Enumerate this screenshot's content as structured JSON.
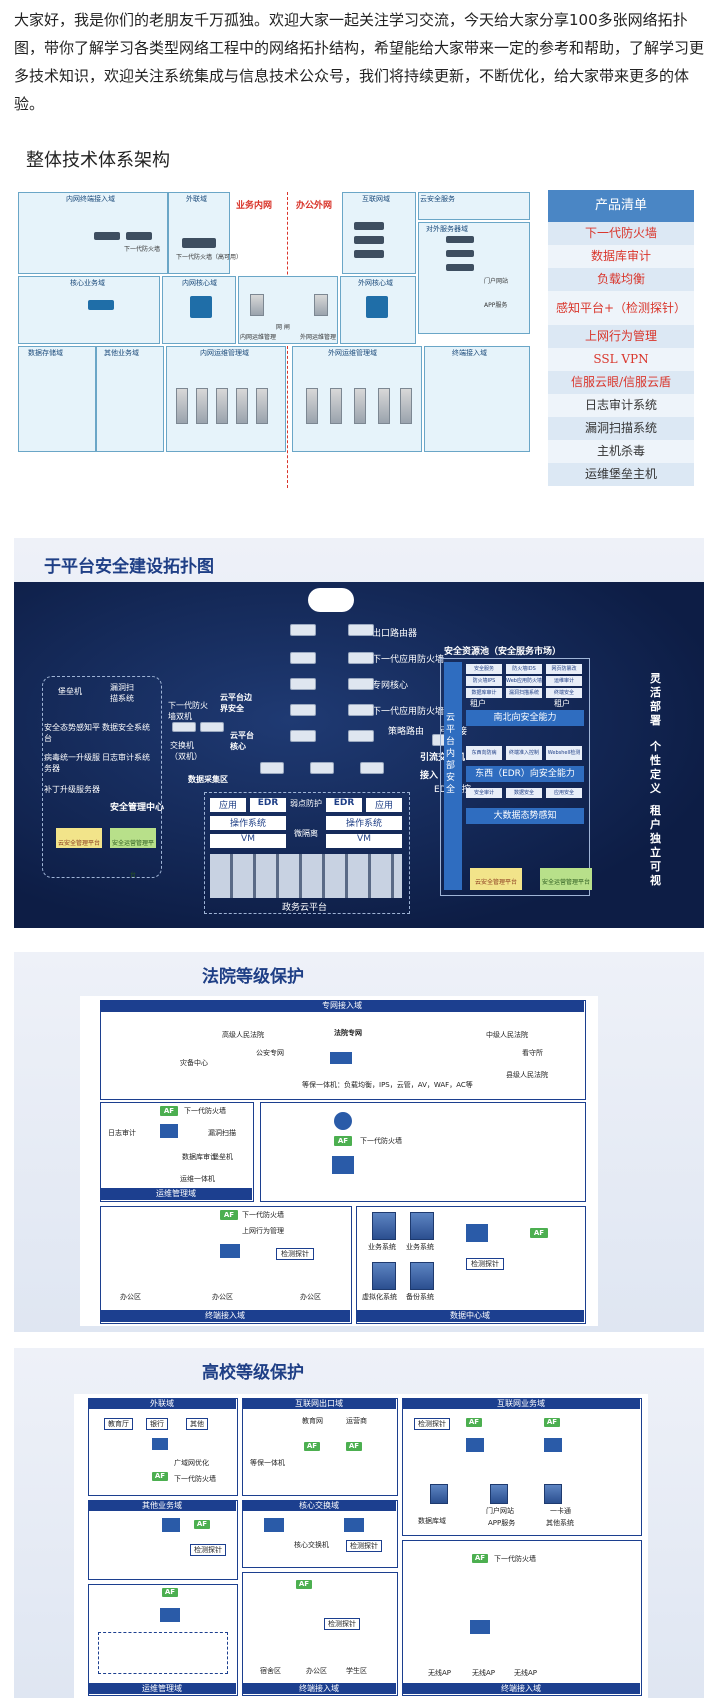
{
  "intro": "大家好，我是你们的老朋友千万孤独。欢迎大家一起关注学习交流，今天给大家分享100多张网络拓扑图，带你了解学习各类型网络工程中的网络拓扑结构，希望能给大家带来一定的参考和帮助，了解学习更多技术知识，欢迎关注系统集成与信息技术公众号，我们将持续更新，不断优化，给大家带来更多的体验。",
  "d1": {
    "title": "整体技术体系架构",
    "center": {
      "left": "业务内网",
      "right": "办公外网"
    },
    "zones": {
      "inner_access": "内网终端接入域",
      "outer": "外联域",
      "internet": "互联网域",
      "sec_service": "云安全服务",
      "ext_service": "对外服务器域",
      "core": "核心业务域",
      "inner_core": "内网核心域",
      "outer_core": "外网核心域",
      "storage": "数据存储域",
      "other_biz": "其他业务域",
      "inner_ops": "内网运维管理域",
      "outer_ops": "外网运维管理域",
      "terminal": "终端接入域"
    },
    "labels": {
      "ngfw": "下一代防火墙",
      "ngfw_ha": "下一代防火墙（高可用）",
      "inner_mgmt": "内网运维管理",
      "outer_mgmt": "外网运维管理",
      "gap": "网 闸",
      "app_server": "APP服务",
      "gateway": "门户网站"
    },
    "product_list": {
      "title": "产品清单",
      "items": [
        {
          "text": "下一代防火墙",
          "color": "#d9352b"
        },
        {
          "text": "数据库审计",
          "color": "#d9352b"
        },
        {
          "text": "负载均衡",
          "color": "#d9352b"
        },
        {
          "text": "感知平台+（检测探针）",
          "color": "#d9352b"
        },
        {
          "text": "上网行为管理",
          "color": "#d9352b"
        },
        {
          "text": "SSL VPN",
          "color": "#d9352b"
        },
        {
          "text": "信服云眼/信服云盾",
          "color": "#d9352b"
        },
        {
          "text": "日志审计系统",
          "color": "#333333"
        },
        {
          "text": "漏洞扫描系统",
          "color": "#333333"
        },
        {
          "text": "主机杀毒",
          "color": "#333333"
        },
        {
          "text": "运维堡垒主机",
          "color": "#333333"
        }
      ]
    }
  },
  "d2": {
    "title": "于平台安全建设拓扑图",
    "labels": {
      "exit_router": "出口路由器",
      "ngfw": "下一代应用防火墙",
      "private_core": "专网核心",
      "ngfw2": "下一代应用防火墙",
      "policy": "策略路由",
      "diversion": "引流接",
      "diversion_sw": "引流交换机",
      "access": "接入",
      "edr_probe": "EDR受控",
      "ngfw_dual": "下一代防火墙双机",
      "cloud_edge": "云平台边界安全",
      "switch_dual": "交换机（双机）",
      "cloud_core": "云平台核心",
      "collect": "数据采集区",
      "app": "应用",
      "edr": "EDR",
      "os": "操作系统",
      "vm": "VM",
      "weak": "弱点防护",
      "micro": "微隔离",
      "gov_cloud": "政务云平台",
      "bastion": "堡垒机",
      "scan": "漏洞扫描系统",
      "sec_awareness": "安全态势感知平台",
      "db_audit": "数据安全系统",
      "virus": "病毒统一升级服务器",
      "log_audit": "日志审计系统",
      "patch": "补丁升级服务器",
      "mgmt_center": "安全管理中心",
      "pool_title": "安全资源池（安全服务市场）",
      "cloud_internal": "云平台内部安全",
      "tenant1": "租户",
      "tenant2": "租户",
      "ns_label": "南北向安全能力",
      "ew_label": "东西（EDR）向安全能力",
      "bigdata": "大数据态势感知",
      "right_1": "灵活部署",
      "right_2": "个性定义",
      "right_3": "租户独立可视",
      "brand1": "云安全管理平台",
      "brand2": "安全运营管理平台"
    },
    "pool_cells": [
      "安全服务",
      "防火墙IDS",
      "网页防篡改",
      "防火墙IPS",
      "Web应用防火墙",
      "运维审计",
      "数据库审计",
      "漏洞扫描系统",
      "终端安全",
      "东西向防病",
      "终端准入控制",
      "Webshell检测",
      "安全审计",
      "数据安全",
      "应用安全"
    ]
  },
  "d3": {
    "title": "法院等级保护",
    "labels": {
      "top_zone": "专网接入域",
      "high_court": "高级人民法院",
      "court_net": "法院专网",
      "city_court": "中级人民法院",
      "data_center": "灾备中心",
      "police": "公安专网",
      "prison": "看守所",
      "county_court": "县级人民法院",
      "fw_suite": "等保一体机：负载均衡，IPS，云管，AV，WAF，AC等",
      "ngfw": "下一代防火墙",
      "ops_zone": "运维管理域",
      "audit": "日志审计",
      "db": "数据库审计",
      "scanner": "漏洞扫描",
      "bastion": "堡垒机",
      "all_in_one": "运维一体机",
      "behavior": "上网行为管理",
      "probe": "检测探针",
      "office1": "办公区",
      "office2": "办公区",
      "office3": "办公区",
      "term_zone": "终端接入域",
      "dc_zone": "数据中心域",
      "biz1": "业务系统",
      "biz2": "业务系统",
      "backup": "备份系统",
      "vm": "虚拟化系统",
      "af": "AF"
    }
  },
  "d4": {
    "title": "高校等级保护",
    "labels": {
      "ext": "外联域",
      "edu": "教育厅",
      "bank": "银行",
      "other": "其他",
      "wan": "广域网优化",
      "ngfw": "下一代防火墙",
      "internet_zone": "互联网出口域",
      "edu_net": "教育网",
      "isp": "运营商",
      "all_in_one": "等保一体机",
      "internet_biz": "互联网业务域",
      "probe": "检测探针",
      "other_biz": "其他业务域",
      "core": "核心交换域",
      "core_sw": "核心交换机",
      "ops": "运维管理域",
      "term": "终端接入域",
      "term2": "终端接入域",
      "dormitory": "宿舍区",
      "office": "办公区",
      "campus": "学生区",
      "wifi1": "无线AP",
      "wifi2": "无线AP",
      "wifi3": "无线AP",
      "db": "数据库域",
      "app": "APP服务",
      "portal": "门户网站",
      "other_sys": "其他系统",
      "one_card": "一卡通",
      "af": "AF"
    }
  }
}
